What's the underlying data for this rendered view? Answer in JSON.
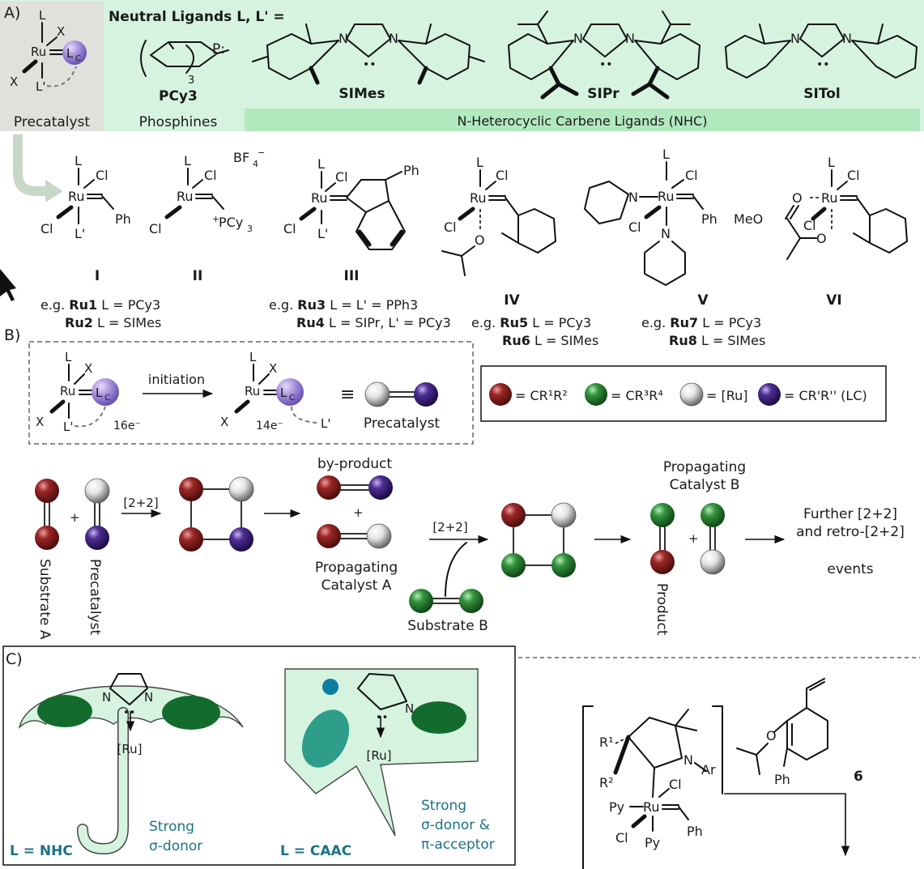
{
  "section_a": {
    "label": "A)",
    "neutral_ligands_title": "Neutral Ligands L, L' =",
    "precatalyst_label": "Precatalyst",
    "phosphines_label": "Phosphines",
    "nhc_label": "N-Heterocyclic Carbene Ligands (NHC)",
    "ligands": [
      "PCy3",
      "SIMes",
      "SIPr",
      "SITol"
    ],
    "catalyst_types": [
      "I",
      "II",
      "III",
      "IV",
      "V",
      "VI"
    ],
    "examples": [
      {
        "prefix": "e.g.",
        "id": "Ru1",
        "text": "L = PCy3"
      },
      {
        "prefix": "",
        "id": "Ru2",
        "text": "L = SIMes"
      },
      {
        "prefix": "e.g.",
        "id": "Ru3",
        "text": "L = L' = PPh3"
      },
      {
        "prefix": "",
        "id": "Ru4",
        "text": "L = SIPr, L' = PCy3"
      },
      {
        "prefix": "e.g.",
        "id": "Ru5",
        "text": "L = PCy3"
      },
      {
        "prefix": "",
        "id": "Ru6",
        "text": "L = SIMes"
      },
      {
        "prefix": "e.g.",
        "id": "Ru7",
        "text": "L = PCy3"
      },
      {
        "prefix": "",
        "id": "Ru8",
        "text": "L = SIMes"
      }
    ]
  },
  "section_b": {
    "label": "B)",
    "initiation": "initiation",
    "e16": "16e⁻",
    "e14": "14e⁻",
    "equiv": "≡",
    "precatalyst": "Precatalyst",
    "legend": [
      {
        "color": "#8b1a1a",
        "text": "= CR¹R²"
      },
      {
        "color": "#2e8b3a",
        "text": "= CR³R⁴"
      },
      {
        "color": "#e6e6e6",
        "text": "= [Ru]"
      },
      {
        "color": "#4b2a8a",
        "text": "= CR'R'' (LC)"
      }
    ],
    "step1": "[2+2]",
    "step2": "[2+2]",
    "byproduct": "by-product",
    "plus": "+",
    "propagating_a": [
      "Propagating",
      "Catalyst A"
    ],
    "propagating_b": [
      "Propagating",
      "Catalyst B"
    ],
    "substrate_a": "Substrate A",
    "precatalyst_vertical": "Precatalyst",
    "substrate_b": "Substrate B",
    "product": "Product",
    "further": [
      "Further [2+2]",
      "and retro-[2+2]",
      "events"
    ]
  },
  "section_c": {
    "label": "C)",
    "nhc_caption": "L = NHC",
    "nhc_note": [
      "Strong",
      "σ-donor"
    ],
    "caac_caption": "L = CAAC",
    "caac_note": [
      "Strong",
      "σ-donor &",
      "π-acceptor"
    ],
    "ru": "[Ru]",
    "compound_number": "6",
    "complex_labels": {
      "r1": "R¹",
      "r2": "R²",
      "ar": "Ar",
      "n": "N",
      "py": "Py",
      "cl": "Cl",
      "ph": "Ph",
      "ru": "Ru"
    }
  },
  "colors": {
    "green_fill": "#d6f3e0",
    "green_bar": "#b3e9bf",
    "grey_box": "#e0e0dc",
    "cyan_text": "#1b7384"
  }
}
